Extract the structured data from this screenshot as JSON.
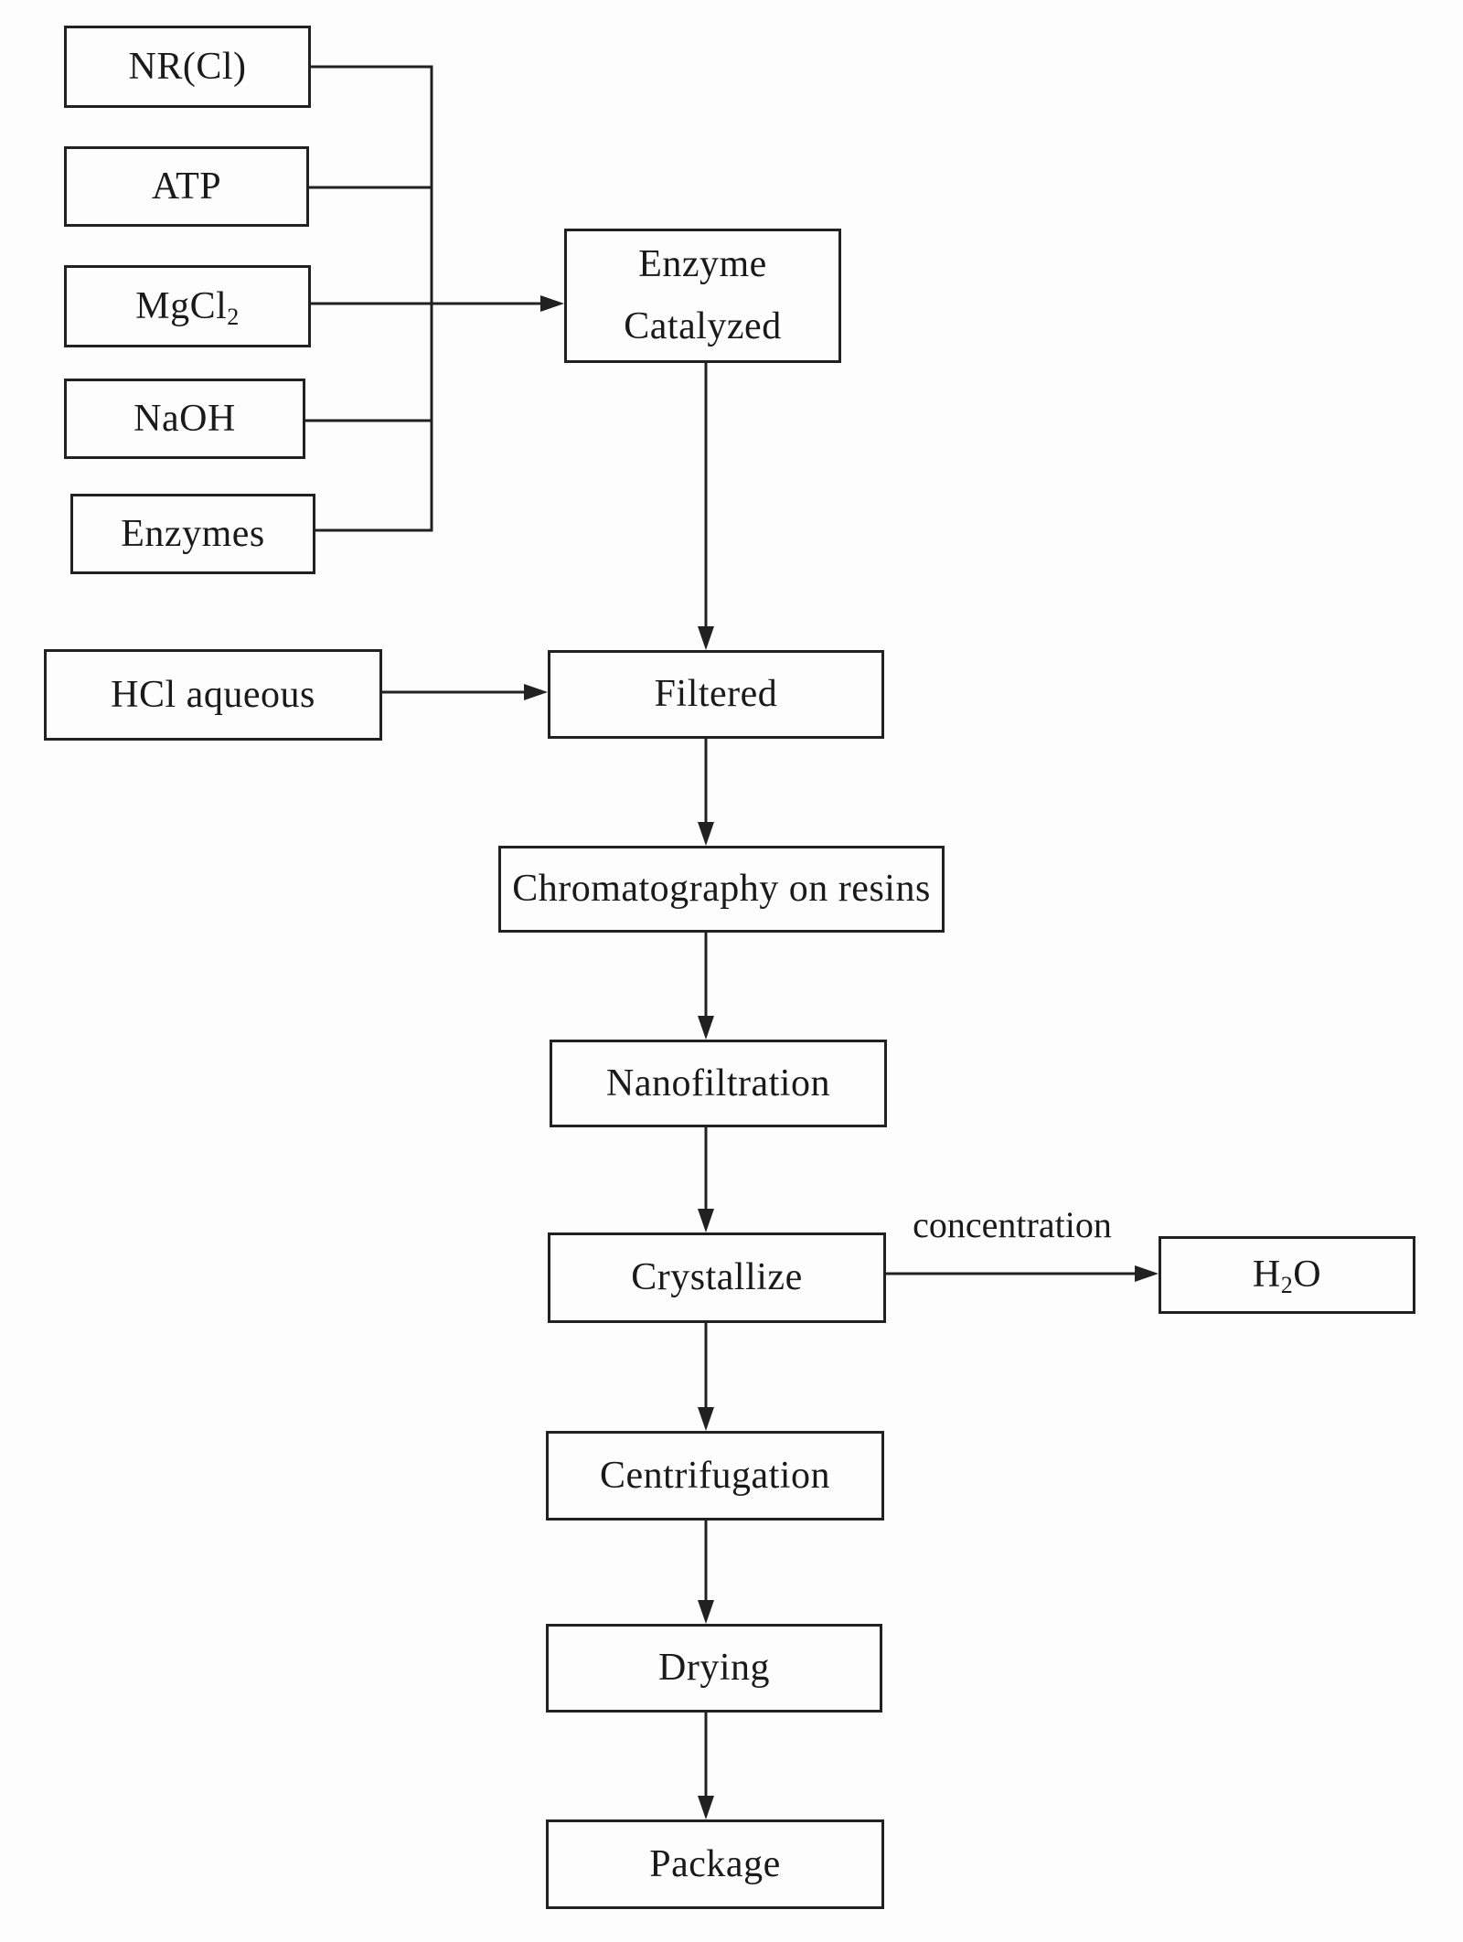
{
  "diagram": {
    "type": "flowchart",
    "background_color": "#fdfdfd",
    "line_color": "#212121",
    "nodes": {
      "nr_cl": {
        "label": "NR(Cl)"
      },
      "atp": {
        "label": "ATP"
      },
      "mgcl2": {
        "pre": "MgCl",
        "sub": "2",
        "post": ""
      },
      "naoh": {
        "label": "NaOH"
      },
      "enzymes": {
        "label": "Enzymes"
      },
      "hcl_aqueous": {
        "label": "HCl aqueous"
      },
      "enzyme_catalyzed": {
        "line1": "Enzyme",
        "line2": "Catalyzed"
      },
      "filtered": {
        "label": "Filtered"
      },
      "chromatography": {
        "label": "Chromatography on resins"
      },
      "nanofiltration": {
        "label": "Nanofiltration"
      },
      "crystallize": {
        "label": "Crystallize"
      },
      "centrifugation": {
        "label": "Centrifugation"
      },
      "drying": {
        "label": "Drying"
      },
      "package": {
        "label": "Package"
      },
      "h2o": {
        "pre": "H",
        "sub": "2",
        "post": "O"
      }
    },
    "edge_labels": {
      "concentration": "concentration"
    },
    "edges": [
      {
        "from": "NR(Cl)",
        "to": "Enzyme Catalyzed"
      },
      {
        "from": "ATP",
        "to": "Enzyme Catalyzed"
      },
      {
        "from": "MgCl2",
        "to": "Enzyme Catalyzed"
      },
      {
        "from": "NaOH",
        "to": "Enzyme Catalyzed"
      },
      {
        "from": "Enzymes",
        "to": "Enzyme Catalyzed"
      },
      {
        "from": "HCl aqueous",
        "to": "Filtered"
      },
      {
        "from": "Enzyme Catalyzed",
        "to": "Filtered"
      },
      {
        "from": "Filtered",
        "to": "Chromatography on resins"
      },
      {
        "from": "Chromatography on resins",
        "to": "Nanofiltration"
      },
      {
        "from": "Nanofiltration",
        "to": "Crystallize"
      },
      {
        "from": "Crystallize",
        "to": "H2O",
        "label": "concentration"
      },
      {
        "from": "Crystallize",
        "to": "Centrifugation"
      },
      {
        "from": "Centrifugation",
        "to": "Drying"
      },
      {
        "from": "Drying",
        "to": "Package"
      }
    ]
  }
}
